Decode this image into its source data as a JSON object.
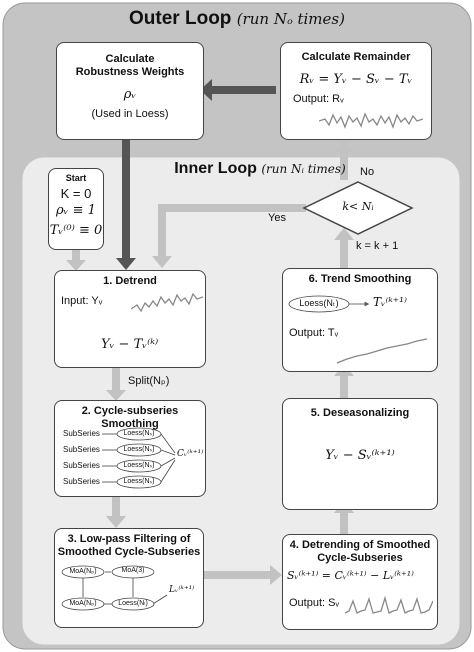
{
  "outer": {
    "title": "Outer Loop",
    "subtitle": "(run Nₒ times)"
  },
  "inner": {
    "title": "Inner Loop",
    "subtitle": "(run Nᵢ times)"
  },
  "robust": {
    "title1": "Calculate",
    "title2": "Robustness Weights",
    "rho": "ρᵥ",
    "note": "(Used in Loess)"
  },
  "remainder": {
    "title": "Calculate Remainder",
    "formula": "Rᵥ = Yᵥ − Sᵥ − Tᵥ",
    "output": "Output: Rᵥ"
  },
  "start": {
    "title": "Start",
    "k": "K = 0",
    "rho": "ρᵥ ≡ 1",
    "t0": "Tᵥ⁽⁰⁾ ≡ 0"
  },
  "decision": {
    "label": "k< Nᵢ",
    "no": "No",
    "yes": "Yes",
    "increment": "k = k + 1"
  },
  "step1": {
    "title": "1. Detrend",
    "input": "Input: Yᵥ",
    "formula": "Yᵥ − Tᵥ⁽ᵏ⁾"
  },
  "split": {
    "label": "Split(Nₚ)"
  },
  "step2": {
    "title": "2. Cycle-subseries Smoothing",
    "subseries": [
      "SubSeries",
      "SubSeries",
      "SubSeries",
      "SubSeries"
    ],
    "loess": [
      "Loess(Nₛ)",
      "Loess(Nₛ)",
      "Loess(Nₛ)",
      "Loess(Nₛ)"
    ],
    "out": "Cᵥ⁽ᵏ⁺¹⁾"
  },
  "step3": {
    "title1": "3. Low-pass Filtering of",
    "title2": "Smoothed Cycle-Subseries",
    "moa1": "MoA(Nₚ)",
    "moa2": "MoA(3)",
    "loess1": "MoA(Nₚ)",
    "loess2": "Loess(Nₗ)",
    "out": "Lᵥ⁽ᵏ⁺¹⁾"
  },
  "step4": {
    "title1": "4. Detrending of Smoothed",
    "title2": "Cycle-Subseries",
    "formula": "Sᵥ⁽ᵏ⁺¹⁾ = Cᵥ⁽ᵏ⁺¹⁾ − Lᵥ⁽ᵏ⁺¹⁾",
    "output": "Output: Sᵥ"
  },
  "step5": {
    "title": "5. Deseasonalizing",
    "formula": "Yᵥ − Sᵥ⁽ᵏ⁺¹⁾"
  },
  "step6": {
    "title": "6. Trend Smoothing",
    "loess": "Loess(Nₜ)",
    "out": "Tᵥ⁽ᵏ⁺¹⁾",
    "output": "Output: Tᵥ"
  },
  "colors": {
    "outer_bg": "#c4c4c4",
    "inner_bg": "#e3e3e3",
    "arrow": "#bdbdbd",
    "dark_arrow": "#555555"
  }
}
